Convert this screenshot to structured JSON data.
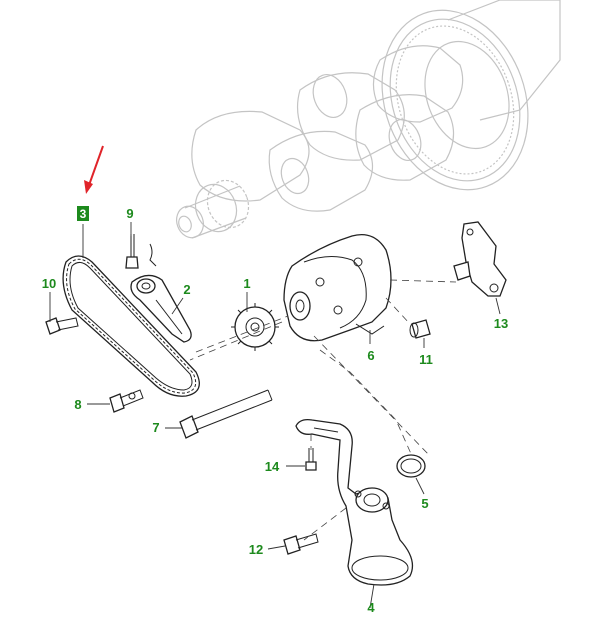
{
  "labels": {
    "l1": "1",
    "l2": "2",
    "l3": "3",
    "l4": "4",
    "l5": "5",
    "l6": "6",
    "l7": "7",
    "l8": "8",
    "l9": "9",
    "l10": "10",
    "l11": "11",
    "l12": "12",
    "l13": "13",
    "l14": "14"
  },
  "highlight_label": "l3",
  "colors": {
    "label": "#1d8a1d",
    "arrow": "#e0242a",
    "ghost": "#c4c4c4",
    "line": "#222222"
  },
  "icons": [
    "red-pointer-arrow"
  ]
}
